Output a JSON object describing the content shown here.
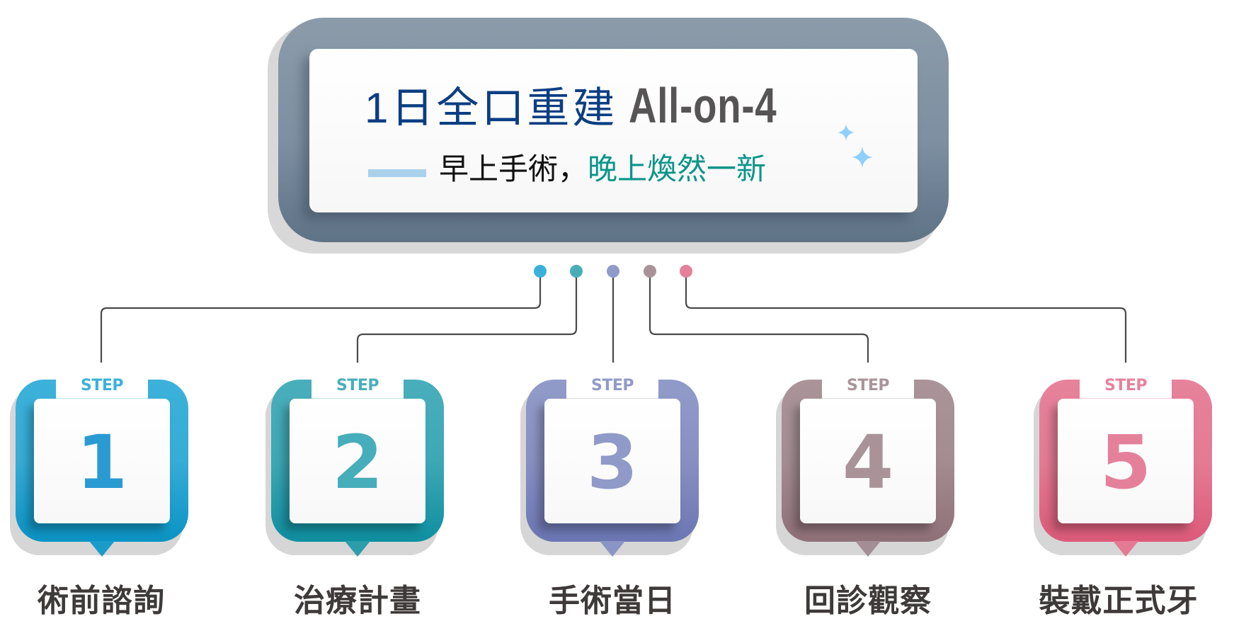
{
  "header": {
    "title_cn": "1日全口重建",
    "title_en": "All-on-4",
    "subtitle_black": "早上手術，",
    "subtitle_green": "晚上煥然一新",
    "colors": {
      "frame_top": "#8b9baa",
      "frame_bottom": "#5f7386",
      "title_blue": "#0b3e83",
      "title_gray": "#565455",
      "subtitle_green": "#0a958a",
      "dash": "#a9d1ec",
      "sparkle": "#8ed0fb"
    }
  },
  "connector": {
    "line_color": "#4a4a4a",
    "dot_colors": [
      "#3bb0d9",
      "#48adb9",
      "#909ac8",
      "#a99399",
      "#e5809a"
    ]
  },
  "steps": [
    {
      "tag": "STEP",
      "number": "1",
      "label": "術前諮詢",
      "color_top": "#3cb1da",
      "color_bottom": "#0a93c4",
      "num_color": "#2a9ad3"
    },
    {
      "tag": "STEP",
      "number": "2",
      "label": "治療計畫",
      "color_top": "#49aebb",
      "color_bottom": "#0e8fa0",
      "num_color": "#46adba"
    },
    {
      "tag": "STEP",
      "number": "3",
      "label": "手術當日",
      "color_top": "#919bc9",
      "color_bottom": "#6b76b3",
      "num_color": "#909ac8"
    },
    {
      "tag": "STEP",
      "number": "4",
      "label": "回診觀察",
      "color_top": "#aa949a",
      "color_bottom": "#8f7079",
      "num_color": "#a99399"
    },
    {
      "tag": "STEP",
      "number": "5",
      "label": "裝戴正式牙",
      "color_top": "#e6829b",
      "color_bottom": "#dc5a79",
      "num_color": "#e5809a"
    }
  ]
}
